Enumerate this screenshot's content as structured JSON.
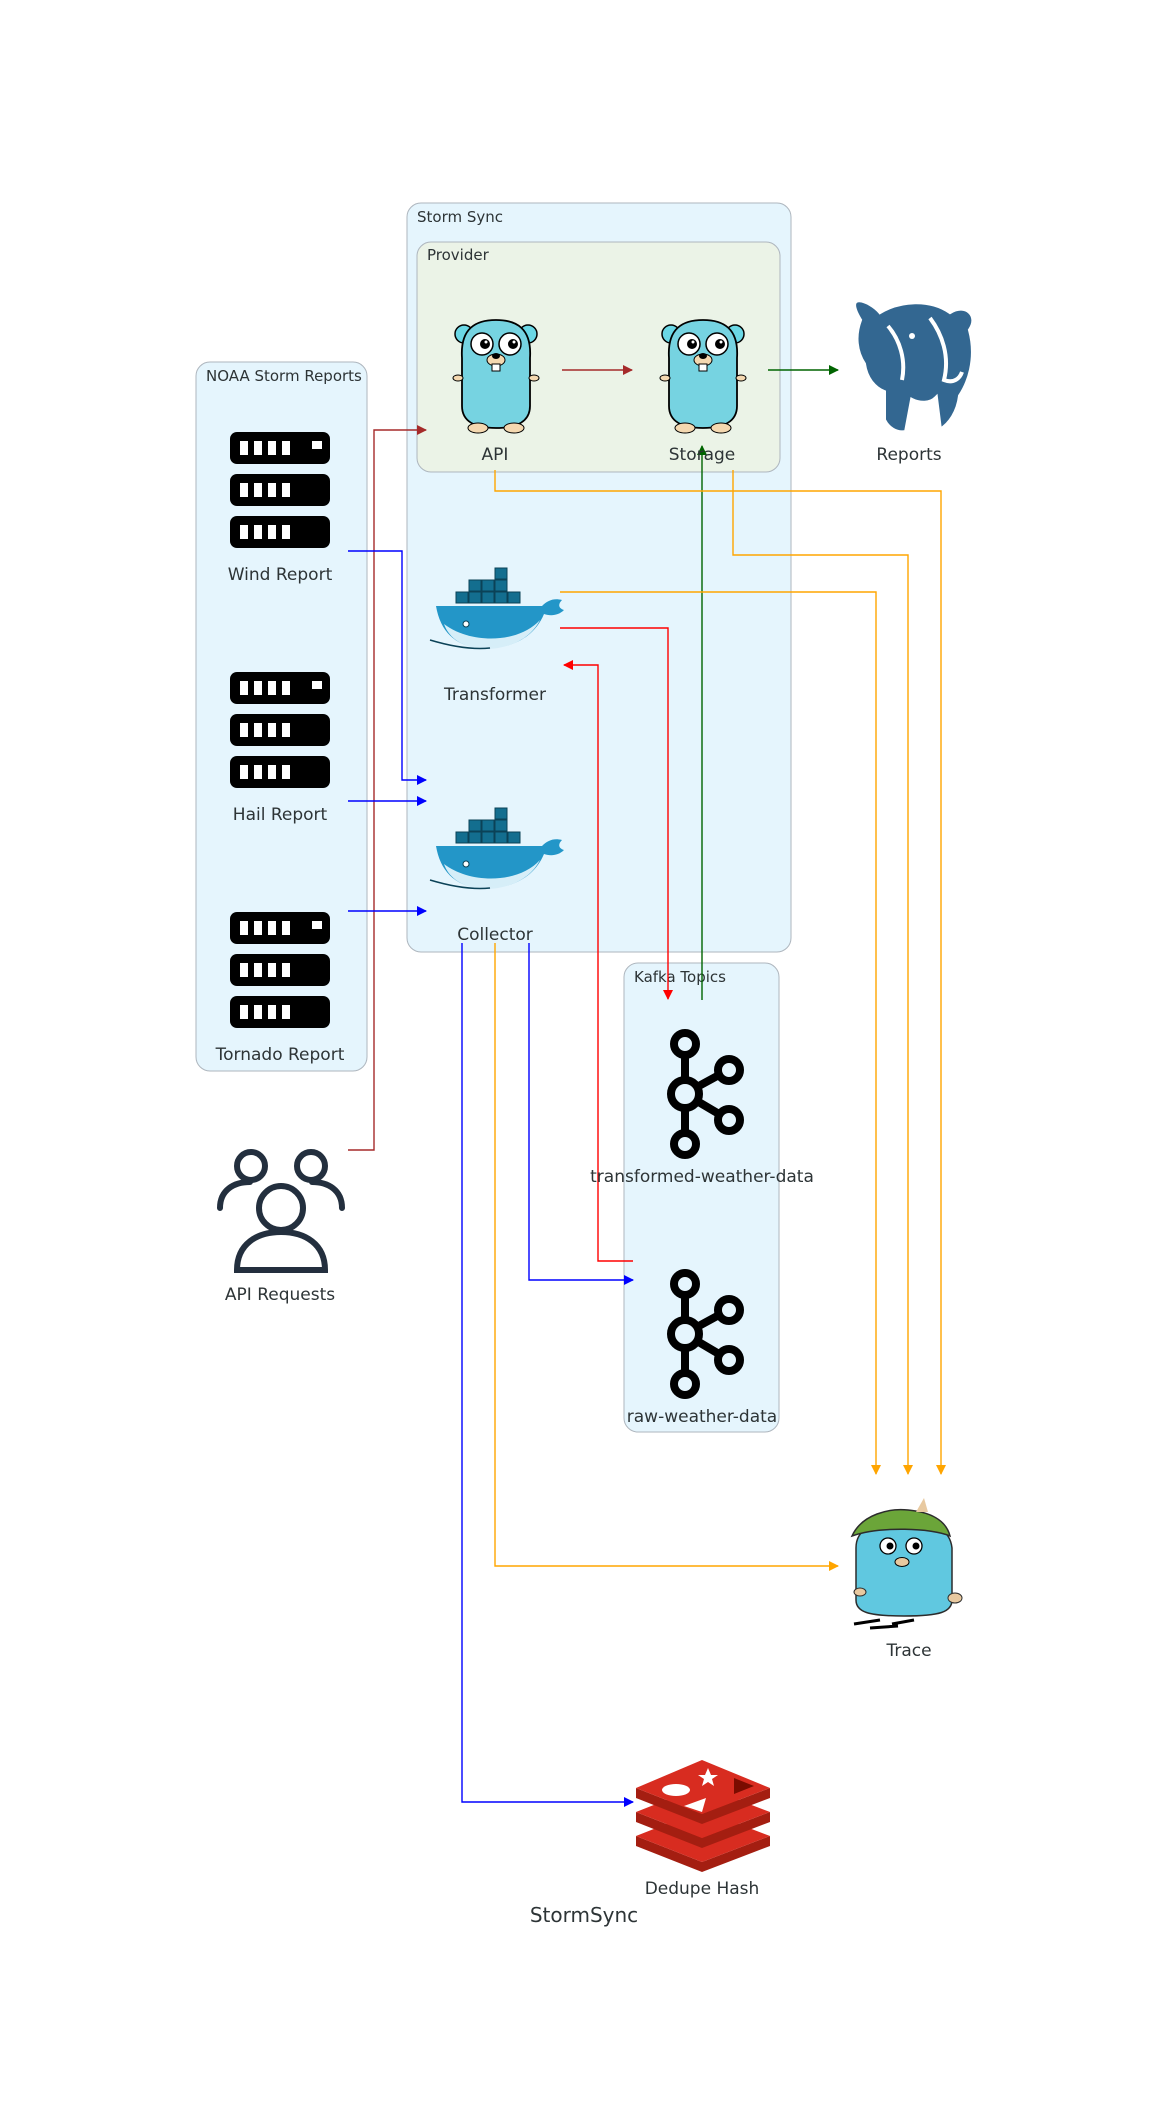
{
  "diagram": {
    "title": "StormSync",
    "clusters": {
      "noaa": "NOAA Storm Reports",
      "storm_sync": "Storm Sync",
      "provider": "Provider",
      "kafka": "Kafka Topics"
    },
    "nodes": {
      "wind_report": "Wind Report",
      "hail_report": "Hail Report",
      "tornado_report": "Tornado Report",
      "api_requests": "API Requests",
      "api": "API",
      "storage": "Storage",
      "reports": "Reports",
      "transformer": "Transformer",
      "collector": "Collector",
      "transformed_topic": "transformed-weather-data",
      "raw_topic": "raw-weather-data",
      "trace": "Trace",
      "dedupe_hash": "Dedupe Hash"
    },
    "icons": {
      "wind_report": "server-rack-icon",
      "hail_report": "server-rack-icon",
      "tornado_report": "server-rack-icon",
      "api_requests": "users-group-icon",
      "api": "go-gopher-icon",
      "storage": "go-gopher-icon",
      "reports": "postgresql-elephant-icon",
      "transformer": "docker-whale-icon",
      "collector": "docker-whale-icon",
      "transformed_topic": "kafka-icon",
      "raw_topic": "kafka-icon",
      "trace": "jaeger-gopher-icon",
      "dedupe_hash": "redis-icon"
    },
    "colors": {
      "outer_cluster_fill": "#e5f5fd",
      "provider_cluster_fill": "#ebf3e7",
      "cluster_border": "#aeb6be",
      "edge_brown": "#a52a2a",
      "edge_blue": "#0000ff",
      "edge_red": "#ff0000",
      "edge_green": "#006400",
      "edge_orange": "#ffa500"
    }
  }
}
